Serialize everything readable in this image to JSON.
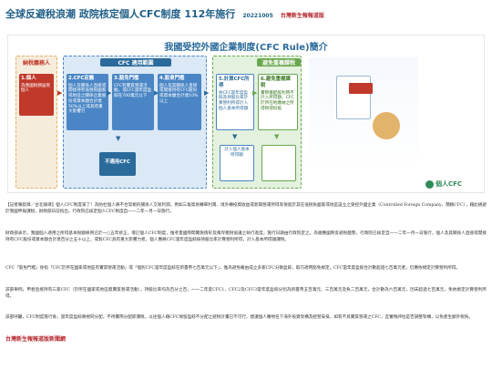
{
  "headline": {
    "title": "全球反避稅浪潮 政院核定個人CFC制度 112年施行",
    "date": "20221005",
    "source": "台灣新生報報道版"
  },
  "figure": {
    "title": "我國受控外國企業制度(CFC Rule)簡介",
    "left_panel_label": "納稅義務人",
    "mid_panel_label": "CFC 適用範圍",
    "right_panel_label": "避免重複課稅",
    "boxes": {
      "b1": {
        "title": "1.個人",
        "body": "為我國稅務居民個人"
      },
      "b2": {
        "title": "2.CFC定義",
        "body": "個人及關係人直接或間接持有低稅負國家或地區之關係企業股份或資本額合計達50%以上或具有重大影響力"
      },
      "b3": {
        "title": "3.豁免門檻",
        "body": "CFC有實質營運活動，或CFC當年度盈餘在700萬元以下"
      },
      "b4": {
        "title": "4.股東門檻",
        "body": "個人及其關係人直接或間接持有CFC股份或資本額合計達10%以上"
      },
      "b5": {
        "title": "5.計算CFC所得",
        "body": "依CFC當年度盈餘及持股比率計算營利所得計入個人基本所得額"
      },
      "b6": {
        "title": "6.避免重複課稅",
        "body": "實際獲配股利時不計入所得額，CFC於所在地繳納之所得稅得扣抵"
      },
      "not_apply": "不適用CFC",
      "ref_box": "計入個人基本所得額"
    },
    "logo_text": "個人CFC"
  },
  "paragraphs": [
    "【記者陳鋐禕／台北報導】個人CFC制度來了！為防杜個人將不合常規的關係人交易利潤，例如三角貿易轉單利潤、境外轉投資收益或新興營運所得等保留於其在低稅負國家或地區設立之受控外國企業（Controlled Foreign Company，簡稱CFC），藉此規避於我國申報課稅，財政部日前指出，行政院已核定個人CFC制度自一一二年一月一日施行。",
    "財政部表示，我國個人適用之所得基本稅額條例已於一○五年修正，增訂個人CFC制度，惟考量國際間實施情形及兩岸租稅協議之執行進度，施行日期由行政院定之。為順應國際反避稅趨勢，行政院已核定自一一二年一月一日施行，個人及其關係人直接或間接持有CFC股份或資本額合計達百分之五十以上，或對CFC具有重大影響力者，個人應將CFC當年度盈餘按持股比率計算營利所得，計入基本所得額課稅。",
    "CFC「豁免門檻」係指「CFC於所在國家或地區有實質營運活動」或「個別CFC當年度盈餘在新臺幣七百萬元以下」，惟為避免藉由成立多家CFC分散盈餘，取巧適用豁免規定，CFC當年度盈餘合計數超過七百萬元者，仍應依規定計算營利所得。",
    "該部舉例，甲君直接持有三家CFC（於所在國家或地區無實質營運活動），持股比率均為百分之百，一一二年度CFC1、CFC2及CFC3當年度盈餘分別為新臺幣五百萬元、三百萬元及負二百萬元，合計數為六百萬元，因未超過七百萬元，免依規定計算營利所得。",
    "該部呼籲，CFC制度施行後，當年度盈餘將視同分配，不待實際分配即課稅，以往個人藉CFC保留盈餘不分配之避稅計畫已不可行，建議個人審視名下海外投資架構及經營安排，如有不具實質營運之CFC，宜審慎評估是否調整架構，以免產生額外稅負。"
  ],
  "footer": {
    "link": "台灣新生報報道版新聞網"
  }
}
